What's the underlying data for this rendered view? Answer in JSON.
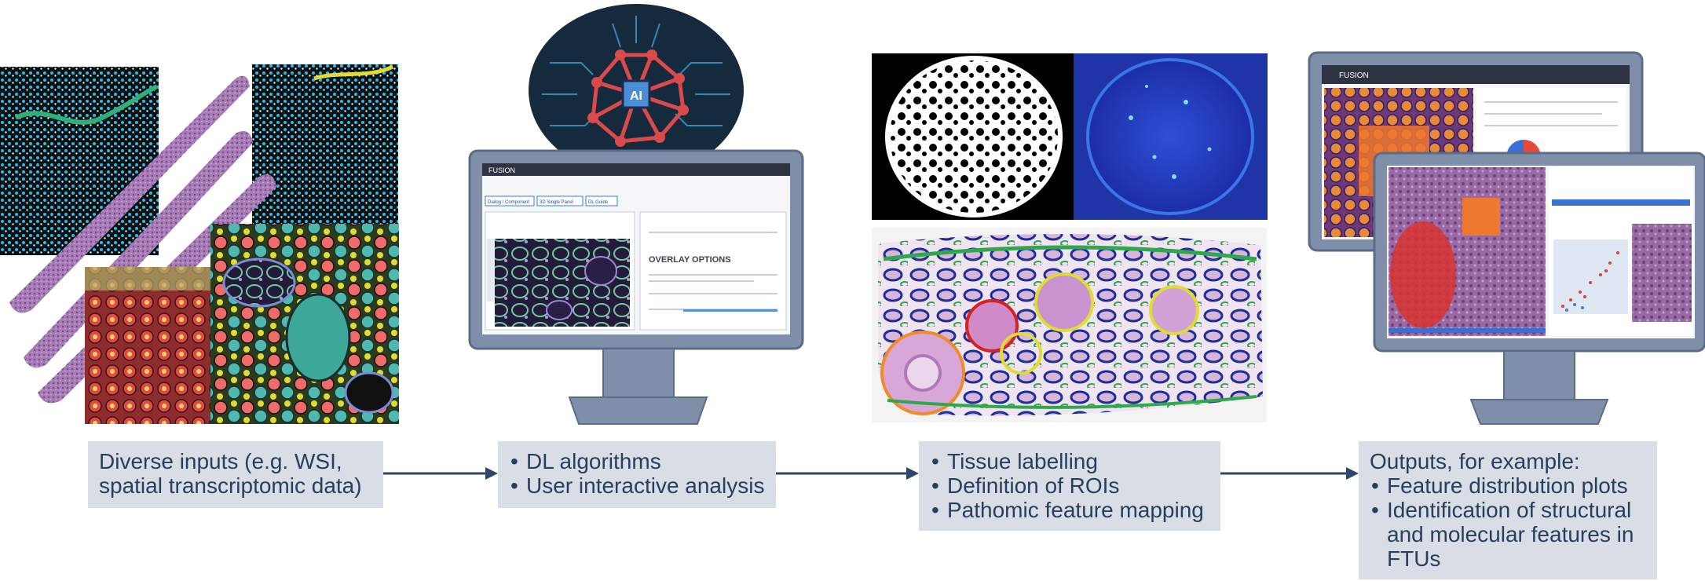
{
  "boxes": {
    "inputs": {
      "text": "Diverse inputs (e.g. WSI, spatial transcriptomic data)"
    },
    "algorithms": {
      "items": [
        "DL algorithms",
        "User interactive analysis"
      ]
    },
    "labelling": {
      "items": [
        "Tissue labelling",
        "Definition of ROIs",
        "Pathomic feature mapping"
      ]
    },
    "outputs": {
      "heading": "Outputs, for example:",
      "items": [
        "Feature distribution plots",
        "Identification of structural and molecular features in FTUs"
      ]
    }
  },
  "monitor1": {
    "brand": "FUSION",
    "chip_label": "AI",
    "tabs": [
      "Dialog / Component",
      "3D Single Panel",
      "DL Guide"
    ],
    "overlay_title": "OVERLAY OPTIONS"
  },
  "monitor2": {
    "brand": "FUSION"
  },
  "colors": {
    "box_bg": "#d9dee6",
    "arrow": "#2f4668",
    "monitor_frame": "#7f8fa9",
    "text": "#2b3d5c"
  }
}
